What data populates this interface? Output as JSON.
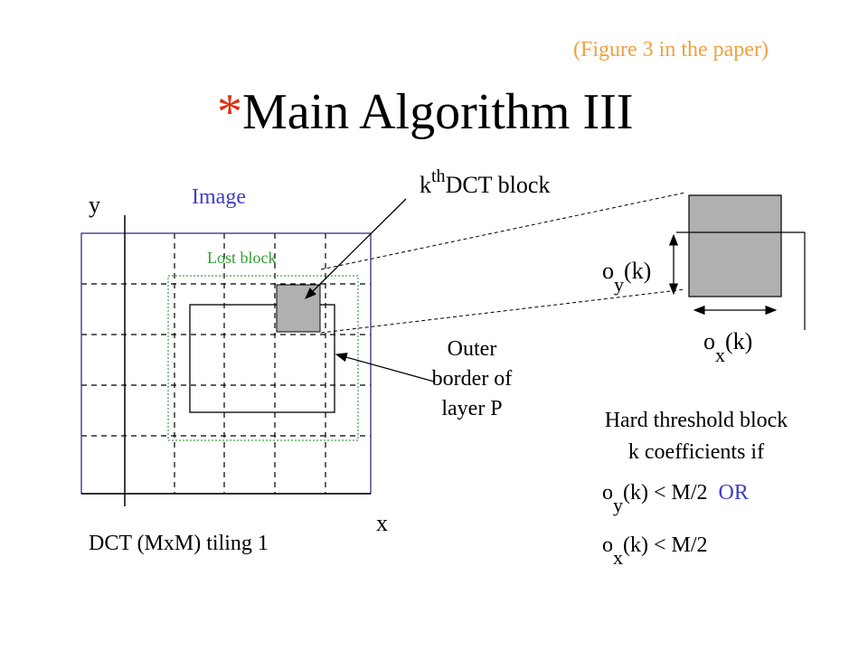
{
  "note": "(Figure 3 in the paper)",
  "title": {
    "star": "*",
    "text": "Main Algorithm III"
  },
  "labels": {
    "axis_y": "y",
    "axis_x": "x",
    "image": "Image",
    "lost_block": "Lost block",
    "kth_k": "k",
    "kth_sup": "th",
    "kth_rest": "DCT block",
    "outer_line1": "Outer",
    "outer_line2": "border of",
    "outer_line3": "layer P",
    "tiling": "DCT (MxM) tiling 1",
    "oy_o": "o",
    "oy_sub": "y",
    "oy_rest": "(k)",
    "ox_o": "o",
    "ox_sub": "x",
    "ox_rest": "(k)",
    "hard_line1": "Hard threshold block",
    "hard_line2": "k coefficients if",
    "cond1_o": "o",
    "cond1_sub": "y",
    "cond1_rest": "(k) < M/2",
    "cond1_or": "OR",
    "cond2_o": "o",
    "cond2_sub": "x",
    "cond2_rest": "(k) < M/2"
  },
  "colors": {
    "note": "#f0a040",
    "star": "#e03010",
    "image_label": "#4040c0",
    "lost_label": "#30a030",
    "or_text": "#4040c0",
    "image_border": "#303080",
    "layer_border": "#40a040",
    "block_fill": "#b0b0b0"
  }
}
